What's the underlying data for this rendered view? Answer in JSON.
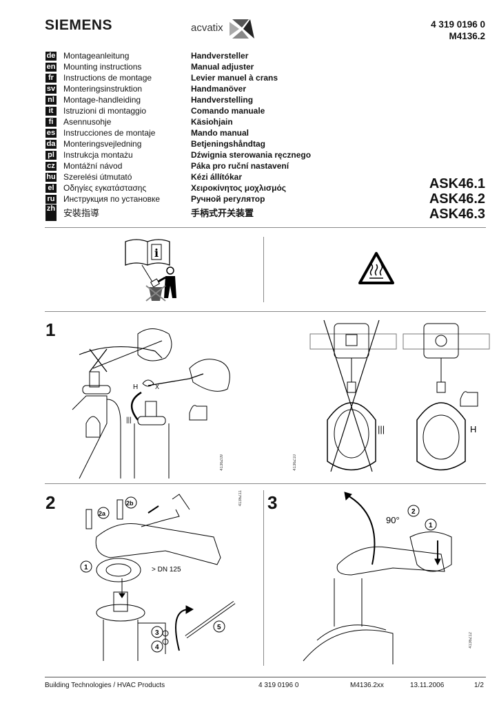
{
  "header": {
    "brand": "SIEMENS",
    "product_line": "acvatix",
    "doc_number": "4 319 0196 0",
    "doc_code": "M4136.2"
  },
  "languages": [
    {
      "code": "de",
      "doc": "Montageanleitung",
      "title": "Handversteller"
    },
    {
      "code": "en",
      "doc": "Mounting instructions",
      "title": "Manual adjuster"
    },
    {
      "code": "fr",
      "doc": "Instructions de montage",
      "title": "Levier manuel à crans"
    },
    {
      "code": "sv",
      "doc": "Monteringsinstruktion",
      "title": "Handmanöver"
    },
    {
      "code": "nl",
      "doc": "Montage-handleiding",
      "title": "Handverstelling"
    },
    {
      "code": "it",
      "doc": "Istruzioni di montaggio",
      "title": "Comando manuale"
    },
    {
      "code": "fi",
      "doc": "Asennusohje",
      "title": "Käsiohjain"
    },
    {
      "code": "es",
      "doc": "Instrucciones de montaje",
      "title": "Mando manual"
    },
    {
      "code": "da",
      "doc": "Monteringsvejledning",
      "title": "Betjeningshåndtag"
    },
    {
      "code": "pl",
      "doc": "Instrukcja montażu",
      "title": "Dźwignia sterowania ręcznego"
    },
    {
      "code": "cz",
      "doc": "Montážní návod",
      "title": "Páka pro ruční nastavení"
    },
    {
      "code": "hu",
      "doc": "Szerelési útmutató",
      "title": "Kézi állítókar"
    },
    {
      "code": "el",
      "doc": "Οδηγίες εγκατάστασης",
      "title": "Χειροκίνητος μοχλισμός"
    },
    {
      "code": "ru",
      "doc": "Инструкция по установке",
      "title": "Ручной регулятор"
    },
    {
      "code": "zh",
      "doc": "安裝指導",
      "title": "手柄式开关装置"
    }
  ],
  "models": [
    "ASK46.1",
    "ASK46.2",
    "ASK46.3"
  ],
  "steps": {
    "step1": {
      "number": "1",
      "fig_a": "4136Z09",
      "fig_b": "4136Z10",
      "label_x": "X"
    },
    "step2": {
      "number": "2",
      "fig": "4136Z11",
      "callouts": [
        "2a",
        "2b",
        "1",
        "3",
        "4",
        "5"
      ],
      "note": "> DN 125"
    },
    "step3": {
      "number": "3",
      "fig": "4136Z12",
      "angle": "90°",
      "callouts": [
        "2",
        "1"
      ]
    }
  },
  "footer": {
    "company": "Building Technologies / HVAC Products",
    "doc_number": "4 319 0196 0",
    "doc_code": "M4136.2xx",
    "date": "13.11.2006",
    "page": "1/2"
  }
}
